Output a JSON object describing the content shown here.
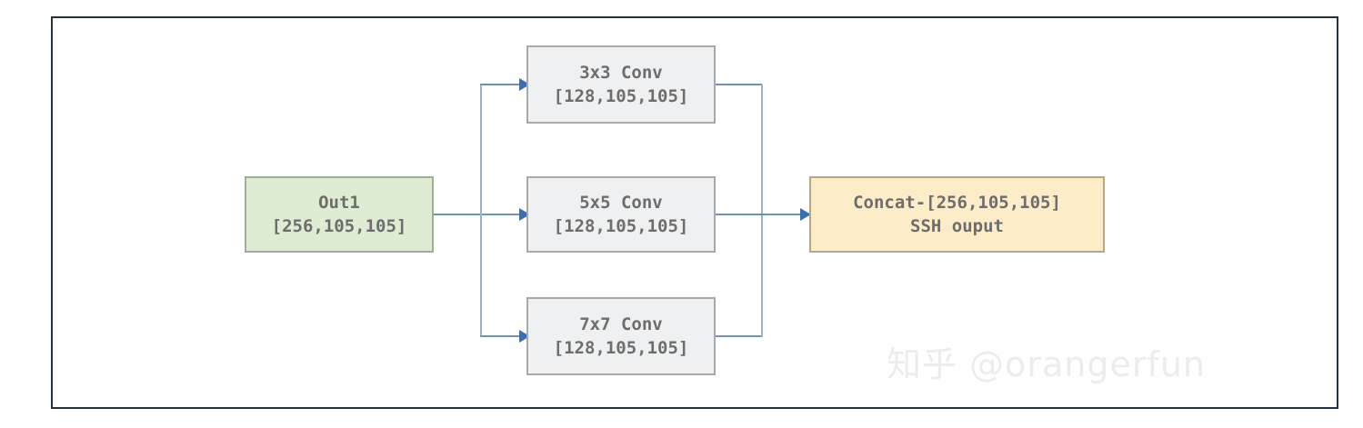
{
  "diagram": {
    "title": "SSH module context branch diagram",
    "frame_color": "#23303e",
    "nodes": {
      "input": {
        "name": "Out1",
        "label_line1": "Out1",
        "label_line2": "[256,105,105]",
        "fill": "#ddecd3",
        "border": "#9fae97"
      },
      "branches": [
        {
          "label_line1": "3x3 Conv",
          "label_line2": "[128,105,105]",
          "fill": "#eff0f1",
          "border": "#a9a9a9"
        },
        {
          "label_line1": "5x5 Conv",
          "label_line2": "[128,105,105]",
          "fill": "#eff0f1",
          "border": "#a9a9a9"
        },
        {
          "label_line1": "7x7 Conv",
          "label_line2": "[128,105,105]",
          "fill": "#eff0f1",
          "border": "#a9a9a9"
        }
      ],
      "output": {
        "label_line1": "Concat-[256,105,105]",
        "label_line2": "SSH ouput",
        "fill": "#fcecc8",
        "border": "#b6a78c"
      }
    },
    "connectors": {
      "line_color": "#6d93b8",
      "arrow_color": "#3b6fb5"
    },
    "watermark": {
      "text": "知乎 @orangerfun",
      "color": "#ececec"
    }
  }
}
